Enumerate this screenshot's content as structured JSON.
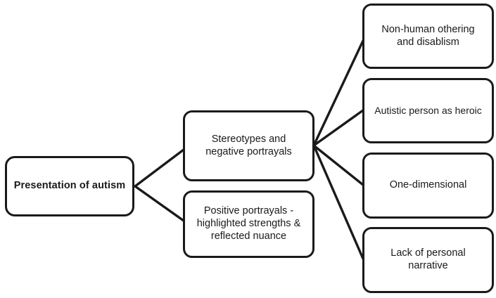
{
  "diagram": {
    "type": "tree-flowchart",
    "title": "Presentation of autism",
    "style": {
      "background_color": "#ffffff",
      "node_border_color": "#1a1a1a",
      "node_fill_color": "#ffffff",
      "edge_color": "#1a1a1a",
      "text_color": "#1a1a1a"
    },
    "nodes": {
      "root": {
        "label": "Presentation of autism",
        "level": 0
      },
      "stereotypes": {
        "label": "Stereotypes and\nnegative portrayals",
        "level": 1
      },
      "positive": {
        "label": "Positive portrayals -\nhighlighted strengths &\nreflected nuance",
        "level": 1
      },
      "nonhuman": {
        "label": "Non-human othering\nand disablism",
        "level": 2
      },
      "heroic": {
        "label": "Autistic person as heroic",
        "level": 2
      },
      "onedimensional": {
        "label": "One-dimensional",
        "level": 2
      },
      "lacknarrative": {
        "label": "Lack of personal\nnarrative",
        "level": 2
      }
    },
    "edges": [
      {
        "from": "root",
        "to": "stereotypes"
      },
      {
        "from": "root",
        "to": "positive"
      },
      {
        "from": "stereotypes",
        "to": "nonhuman"
      },
      {
        "from": "stereotypes",
        "to": "heroic"
      },
      {
        "from": "stereotypes",
        "to": "onedimensional"
      },
      {
        "from": "stereotypes",
        "to": "lacknarrative"
      }
    ]
  }
}
